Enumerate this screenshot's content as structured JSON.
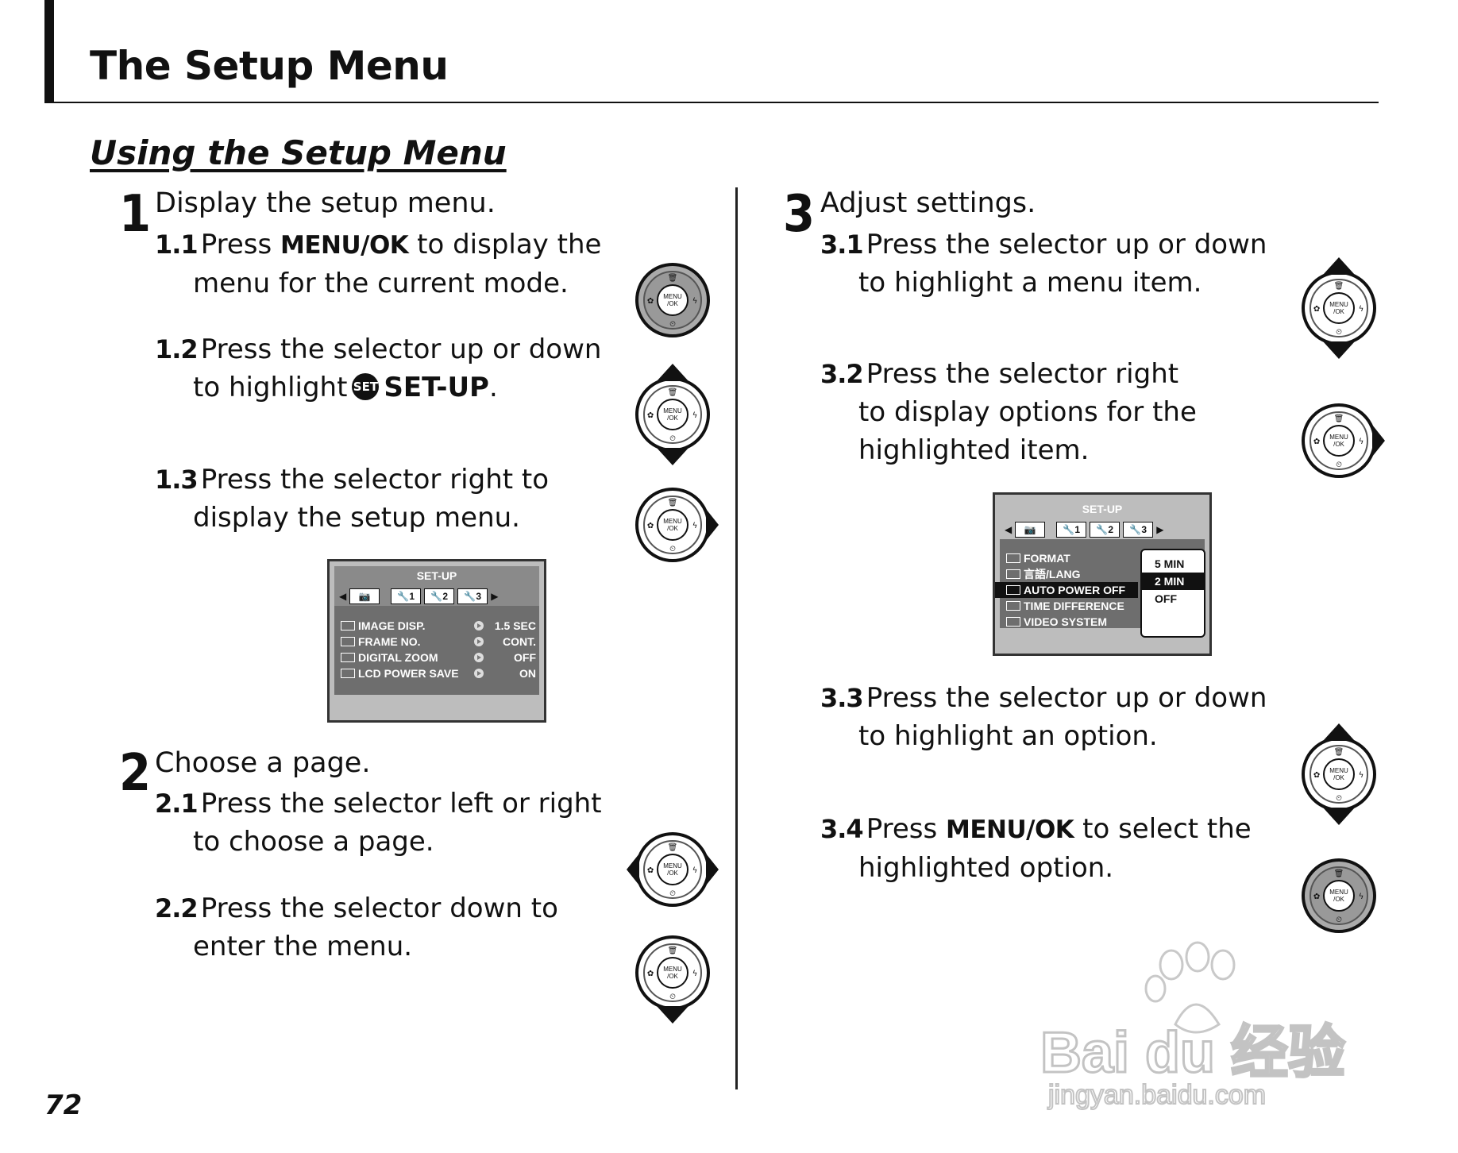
{
  "header": {
    "title": "The Setup Menu"
  },
  "section": {
    "title": "Using the Setup Menu"
  },
  "steps": [
    {
      "number": "1",
      "title": "Display the setup menu.",
      "substeps": [
        {
          "id": "1.1",
          "pre": "Press",
          "bold": "MENU/OK",
          "line1_post": "to display the",
          "line2": "menu for the current mode."
        },
        {
          "id": "1.2",
          "line1": "Press the selector up or down",
          "line2_pre": "to highlight",
          "badge": "SET",
          "line2_bold": "SET-UP",
          "line2_post": "."
        },
        {
          "id": "1.3",
          "line1": "Press the selector right to",
          "line2": "display the setup menu."
        }
      ]
    },
    {
      "number": "2",
      "title": "Choose a page.",
      "substeps": [
        {
          "id": "2.1",
          "line1": "Press the selector left or right",
          "line2": "to choose a page."
        },
        {
          "id": "2.2",
          "line1": "Press the selector down to",
          "line2": "enter the menu."
        }
      ]
    },
    {
      "number": "3",
      "title": "Adjust settings.",
      "substeps": [
        {
          "id": "3.1",
          "line1": "Press the selector up or down",
          "line2": "to highlight a menu item."
        },
        {
          "id": "3.2",
          "line1": "Press the selector right",
          "line2": "to display options for the",
          "line3": "highlighted item."
        },
        {
          "id": "3.3",
          "line1": "Press the selector up or down",
          "line2": "to highlight an option."
        },
        {
          "id": "3.4",
          "pre": "Press",
          "bold": "MENU/OK",
          "line1_post": "to select the",
          "line2": "highlighted option."
        }
      ]
    }
  ],
  "screen1": {
    "title": "SET-UP",
    "tabs": [
      "1",
      "2",
      "3"
    ],
    "rows": [
      {
        "label": "IMAGE DISP.",
        "value": "1.5 SEC"
      },
      {
        "label": "FRAME NO.",
        "value": "CONT."
      },
      {
        "label": "DIGITAL ZOOM",
        "value": "OFF"
      },
      {
        "label": "LCD POWER SAVE",
        "value": "ON"
      }
    ]
  },
  "screen2": {
    "title": "SET-UP",
    "tabs": [
      "1",
      "2",
      "3"
    ],
    "rows": [
      {
        "label": "FORMAT"
      },
      {
        "label": "言語/LANG"
      },
      {
        "label": "AUTO POWER OFF"
      },
      {
        "label": "TIME DIFFERENCE"
      },
      {
        "label": "VIDEO SYSTEM"
      }
    ],
    "options": [
      "5 MIN",
      "2 MIN",
      "OFF"
    ]
  },
  "dial": {
    "center_label_1": "MENU",
    "center_label_2": "/OK"
  },
  "page_number": "72",
  "watermark": {
    "brand": "Bai du 经验",
    "url": "jingyan.baidu.com"
  }
}
